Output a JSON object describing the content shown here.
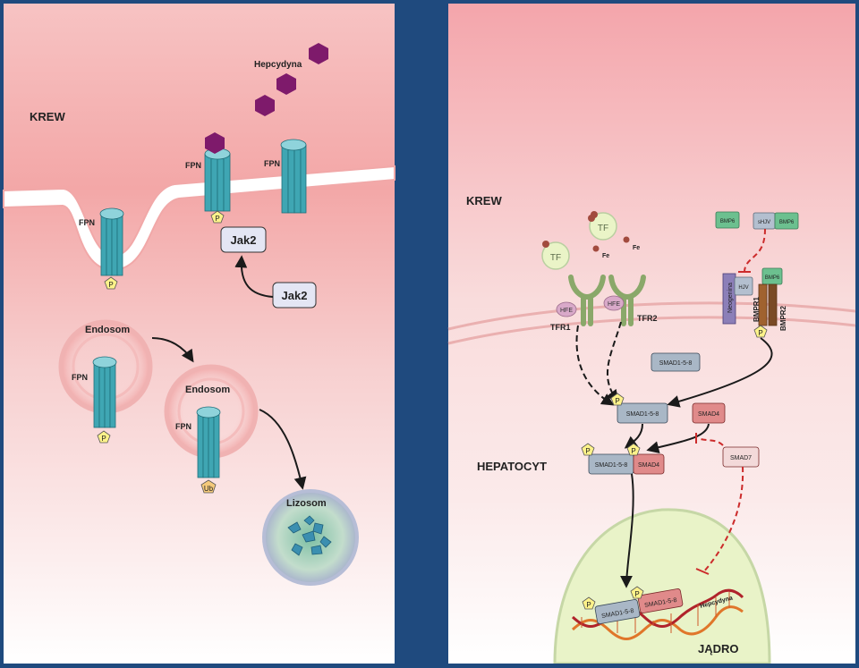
{
  "left_panel": {
    "region_label": "KREW",
    "hepcidin_label": "Hepcydyna",
    "fpn_label": "FPN",
    "jak2_label": "Jak2",
    "phosphate": "P",
    "ubiquitin": "Ub",
    "endosome_label": "Endosom",
    "lysosome_label": "Lizosom"
  },
  "right_panel": {
    "region_label": "KREW",
    "cell_label": "HEPATOCYT",
    "nucleus_label": "JĄDRO",
    "tf_label": "TF",
    "fe_label": "Fe",
    "hfe_label": "HFE",
    "tfr1_label": "TFR1",
    "tfr2_label": "TFR2",
    "bmp6_label": "BMP6",
    "shjv_label": "sHJV",
    "hjv_label": "HJV",
    "neogenin_label": "Neogenina",
    "bmpr1_label": "BMPR1",
    "bmpr2_label": "BMPR2",
    "smad158_label": "SMAD1-5-8",
    "smad4_label": "SMAD4",
    "smad7_label": "SMAD7",
    "hepcidin_gene_label": "Hepcydyna",
    "phosphate": "P"
  },
  "colors": {
    "background": "#1f4a7e",
    "membrane": "#f6d6d6",
    "fpn": "#3fa6b3",
    "hepcidin": "#7e1a6b",
    "smad158": "#a9b7c6",
    "smad4": "#e08a8a",
    "nucleus": "#e9f3c8",
    "dna_orange": "#e0762a",
    "dna_red": "#b0232b"
  }
}
